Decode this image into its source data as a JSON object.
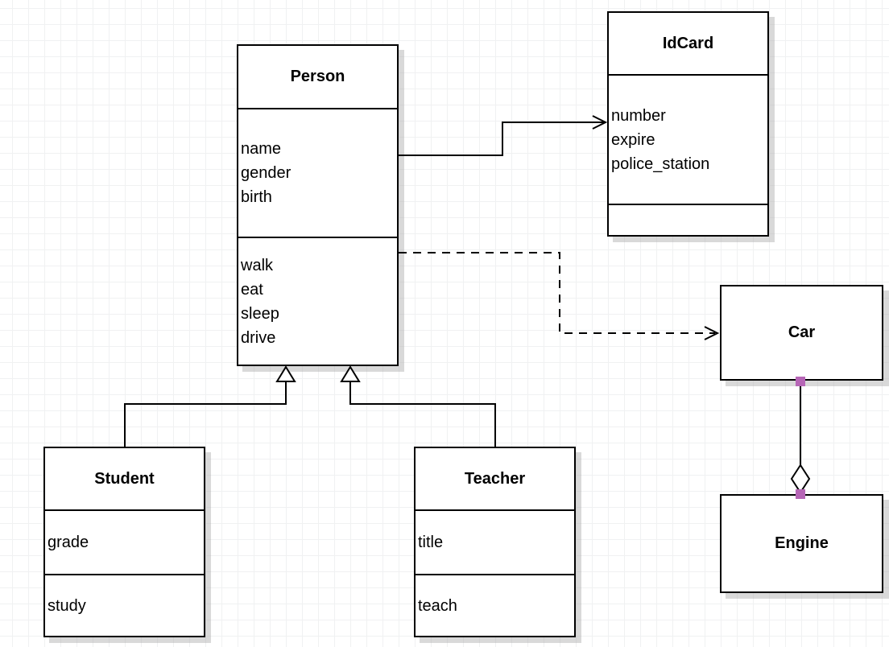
{
  "classes": {
    "person": {
      "name": "Person",
      "attributes": [
        "name",
        "gender",
        "birth"
      ],
      "methods": [
        "walk",
        "eat",
        "sleep",
        "drive"
      ]
    },
    "idcard": {
      "name": "IdCard",
      "attributes": [
        "number",
        "expire",
        "police_station"
      ],
      "methods": []
    },
    "car": {
      "name": "Car"
    },
    "engine": {
      "name": "Engine"
    },
    "student": {
      "name": "Student",
      "attributes": [
        "grade"
      ],
      "methods": [
        "study"
      ]
    },
    "teacher": {
      "name": "Teacher",
      "attributes": [
        "title"
      ],
      "methods": [
        "teach"
      ]
    }
  },
  "relationships": [
    {
      "from": "Person",
      "to": "IdCard",
      "type": "association",
      "line": "solid",
      "arrow": "open"
    },
    {
      "from": "Person",
      "to": "Car",
      "type": "dependency",
      "line": "dashed",
      "arrow": "open"
    },
    {
      "from": "Student",
      "to": "Person",
      "type": "generalization",
      "line": "solid",
      "arrow": "hollow-triangle"
    },
    {
      "from": "Teacher",
      "to": "Person",
      "type": "generalization",
      "line": "solid",
      "arrow": "hollow-triangle"
    },
    {
      "from": "Car",
      "to": "Engine",
      "type": "aggregation",
      "line": "solid",
      "arrow": "hollow-diamond"
    }
  ],
  "colors": {
    "stroke": "#000000",
    "box_fill": "#ffffff",
    "grid": "#f0f1f2",
    "shadow": "#aaaaaa",
    "connection_point": "#b666b6"
  }
}
